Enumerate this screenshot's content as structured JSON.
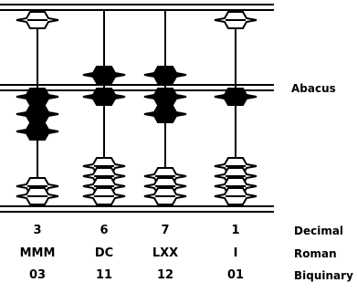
{
  "abacus_label": "Abacus",
  "columns": [
    {
      "decimal": "3",
      "roman": "MMM",
      "biquinary": "03",
      "five_active": false,
      "ones_active": 3
    },
    {
      "decimal": "6",
      "roman": "DC",
      "biquinary": "11",
      "five_active": true,
      "ones_active": 1
    },
    {
      "decimal": "7",
      "roman": "LXX",
      "biquinary": "12",
      "five_active": true,
      "ones_active": 2
    },
    {
      "decimal": "1",
      "roman": "I",
      "biquinary": "01",
      "five_active": false,
      "ones_active": 1
    }
  ],
  "row_labels": {
    "decimal": "Decimal",
    "roman": "Roman",
    "biquinary": "Biquinary"
  },
  "colors": {
    "ink": "#000000",
    "bead_active": "#000000",
    "bead_inactive": "#ffffff"
  }
}
